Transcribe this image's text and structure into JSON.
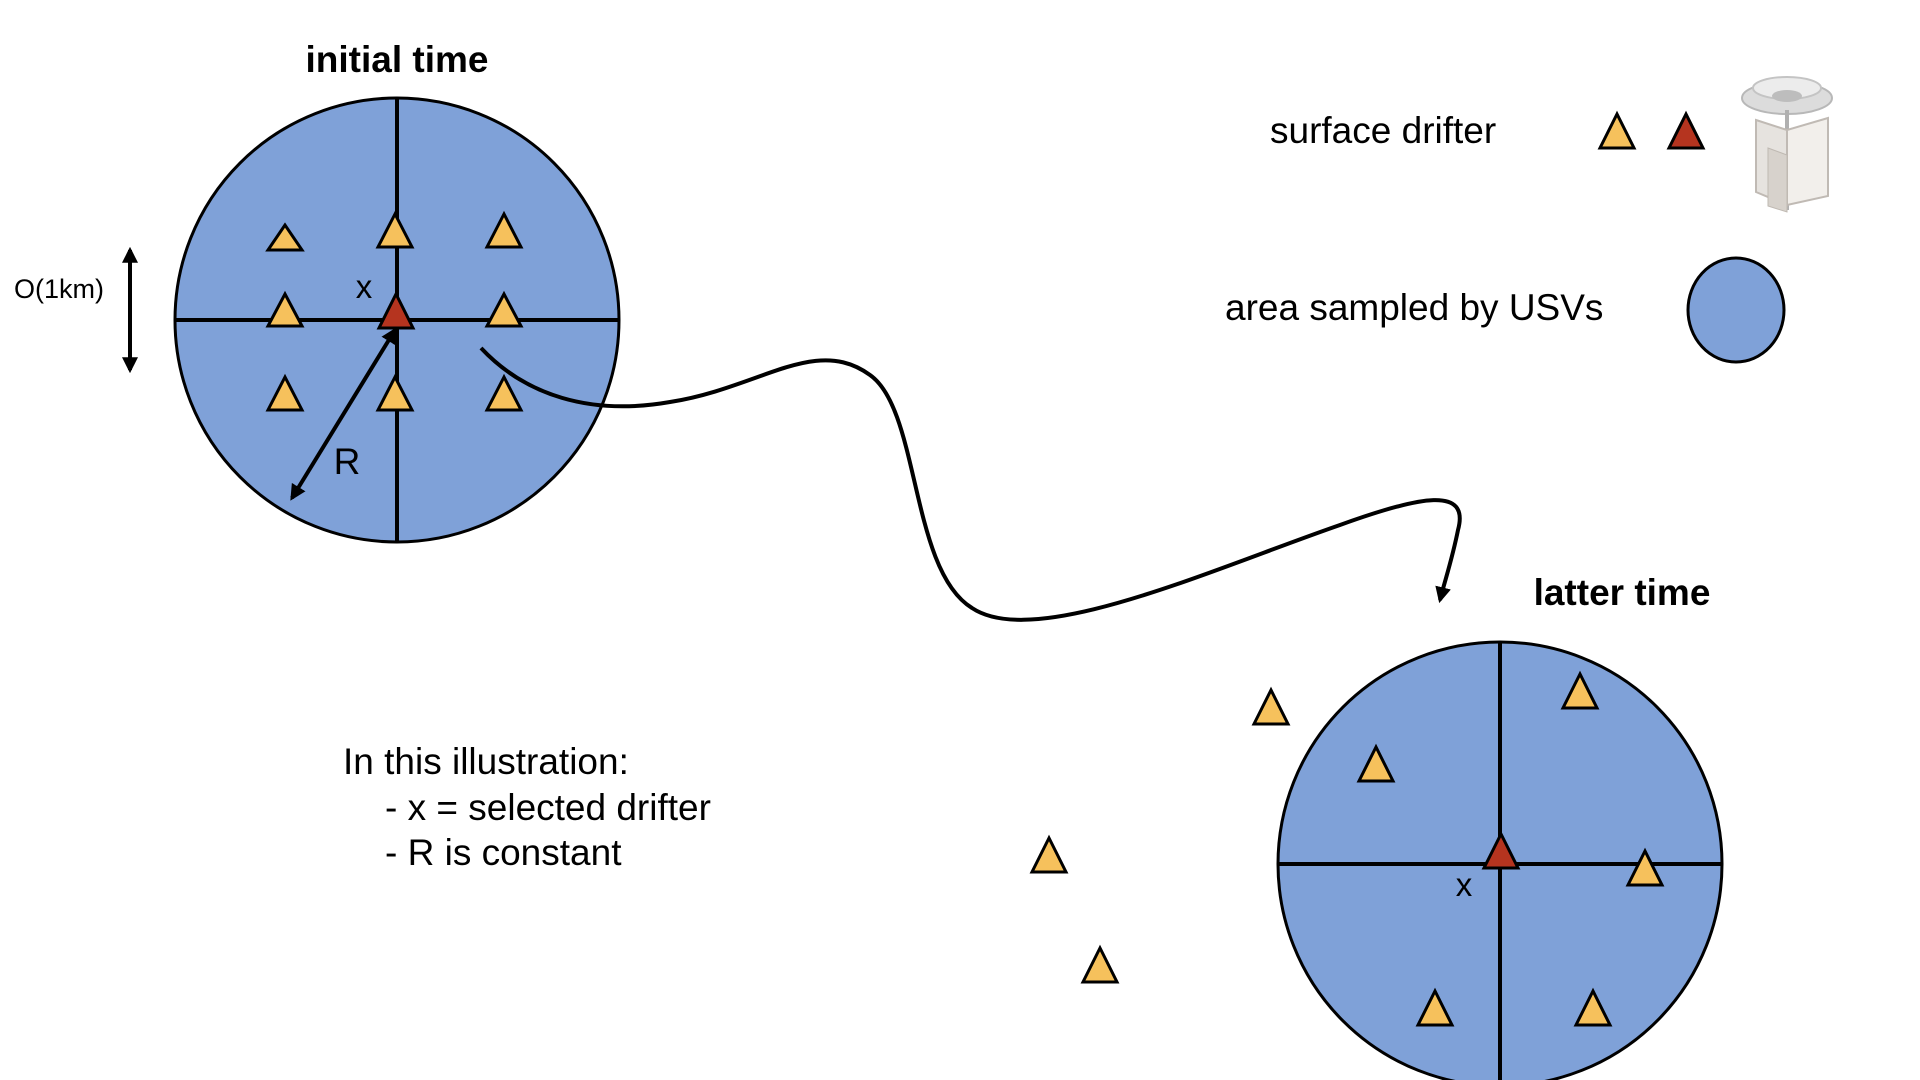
{
  "labels": {
    "initial_time": "initial time",
    "latter_time": "latter time",
    "scale": "O(1km)",
    "radius": "R",
    "selected_initial": "x",
    "selected_latter": "x"
  },
  "legend": {
    "drifter": "surface drifter",
    "area": "area sampled by USVs",
    "drifter_icon": "surface-drifter-device-icon"
  },
  "note": {
    "line1": "In this illustration:",
    "line2": "- x = selected drifter",
    "line3": "- R is constant"
  },
  "colors": {
    "area_fill": "#7fa1d8",
    "drifter": "#f6c15c",
    "selected_drifter": "#b5341f"
  }
}
